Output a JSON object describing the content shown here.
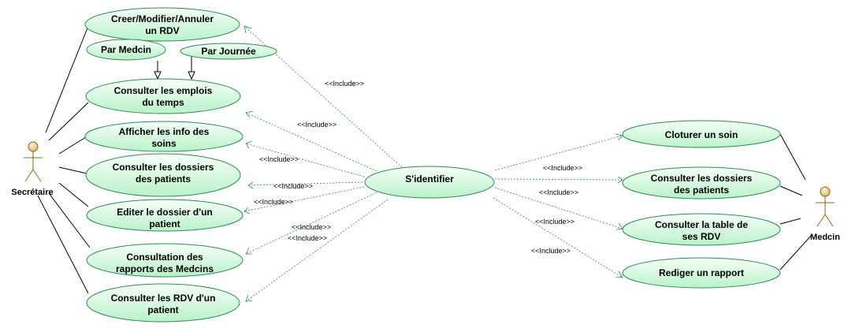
{
  "actors": {
    "secretaire": "Secrétaire",
    "medcin": "Medcin"
  },
  "use_cases": {
    "creer_rdv": [
      "Creer/Modifier/Annuler",
      "un RDV"
    ],
    "par_medcin": [
      "Par Medcin"
    ],
    "par_journee": [
      "Par Journée"
    ],
    "consulter_emplois": [
      "Consulter les emplois",
      "du temps"
    ],
    "afficher_soins": [
      "Afficher les info des",
      "soins"
    ],
    "consulter_dossiers_s": [
      "Consulter les dossiers",
      "des patients"
    ],
    "editer_dossier": [
      "Editer le dossier d'un",
      "patient"
    ],
    "consultation_rapports": [
      "Consultation des",
      "rapports des Medcins"
    ],
    "consulter_rdv_patient": [
      "Consulter les RDV d'un",
      "patient"
    ],
    "s_identifier": [
      "S'identifier"
    ],
    "cloturer_soin": [
      "Cloturer un soin"
    ],
    "consulter_dossiers_m": [
      "Consulter les dossiers",
      "des patients"
    ],
    "consulter_table_rdv": [
      "Consulter la table de",
      "ses RDV"
    ],
    "rediger_rapport": [
      "Rediger un rapport"
    ]
  },
  "include_label": "<<Include>>",
  "colors": {
    "ellipse_fill_top": "#f6fff8",
    "ellipse_fill_bottom": "#b9f2c8",
    "ellipse_stroke": "#2e8b57",
    "actor": "#8b6914"
  }
}
